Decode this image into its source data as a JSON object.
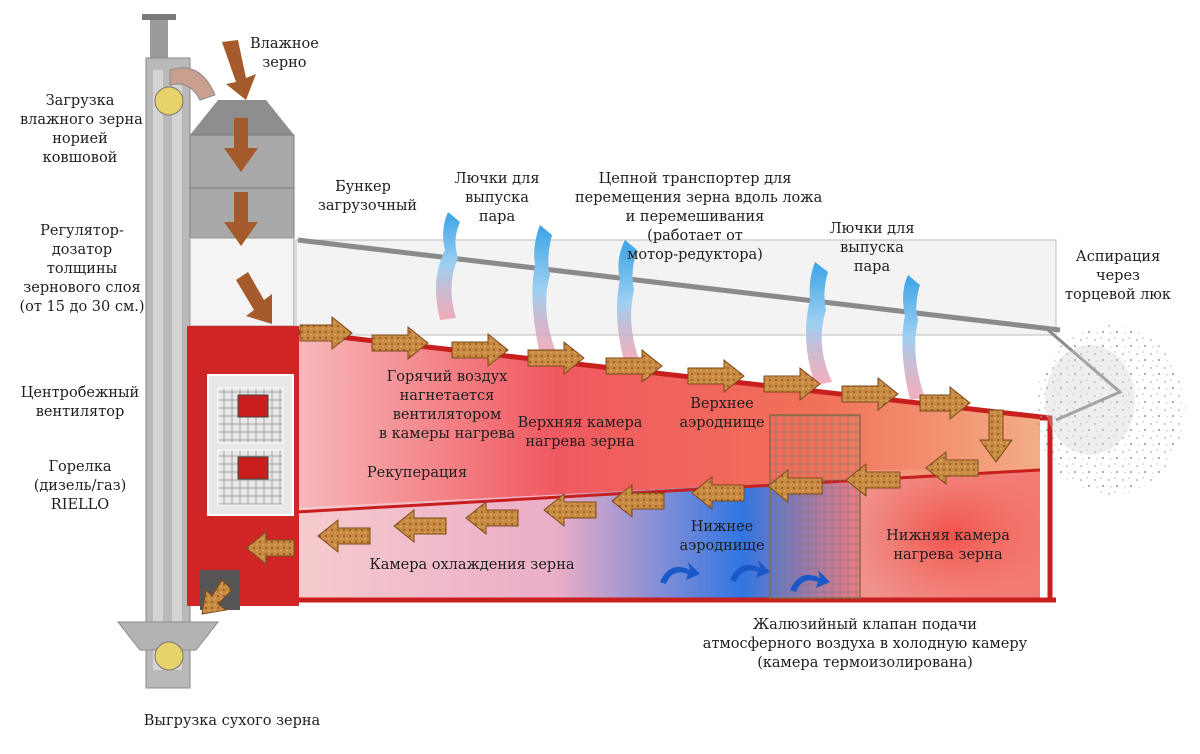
{
  "colors": {
    "hot": "#e8212b",
    "cold": "#1560d8",
    "frame": "#c81e1e",
    "arrow": "#c9883c",
    "steam": "#3aa3e6",
    "brown_arrow": "#a45a2a"
  },
  "labels": {
    "wet_grain": "Влажное\nзерно",
    "loading_elevator": "Загрузка\nвлажного зерна\nнорией\nковшовой",
    "hopper": "Бункер\nзагрузочный",
    "hatches_left": "Лючки для\nвыпуска\nпара",
    "chain_conveyor": "Цепной транспортер для\nперемещения зерна вдоль ложа\nи перемешивания\n(работает от\nмотор-редуктора)",
    "hatches_right": "Лючки для\nвыпуска\nпара",
    "aspiration": "Аспирация\nчерез\nторцевой люк",
    "regulator": "Регулятор-\nдозатор\nтолщины\nзернового слоя\n(от 15 до 30 см.)",
    "fan": "Центробежный\nвентилятор",
    "burner": "Горелка\n(дизель/газ)\nRIELLO",
    "hot_air": "Горячий воздух\nнагнетается\nвентилятором\nв камеры нагрева",
    "upper_chamber": "Верхняя камера\nнагрева зерна",
    "upper_aero": "Верхнее\nаэроднище",
    "recuperation": "Рекуперация",
    "lower_aero": "Нижнее\nаэроднище",
    "lower_chamber": "Нижняя камера\nнагрева зерна",
    "cooling_chamber": "Камера охлаждения зерна",
    "louver_valve": "Жалюзийный клапан подачи\nатмосферного воздуха в холодную камеру\n(камера термоизолирована)",
    "dry_grain_unload": "Выгрузка сухого зерна"
  }
}
